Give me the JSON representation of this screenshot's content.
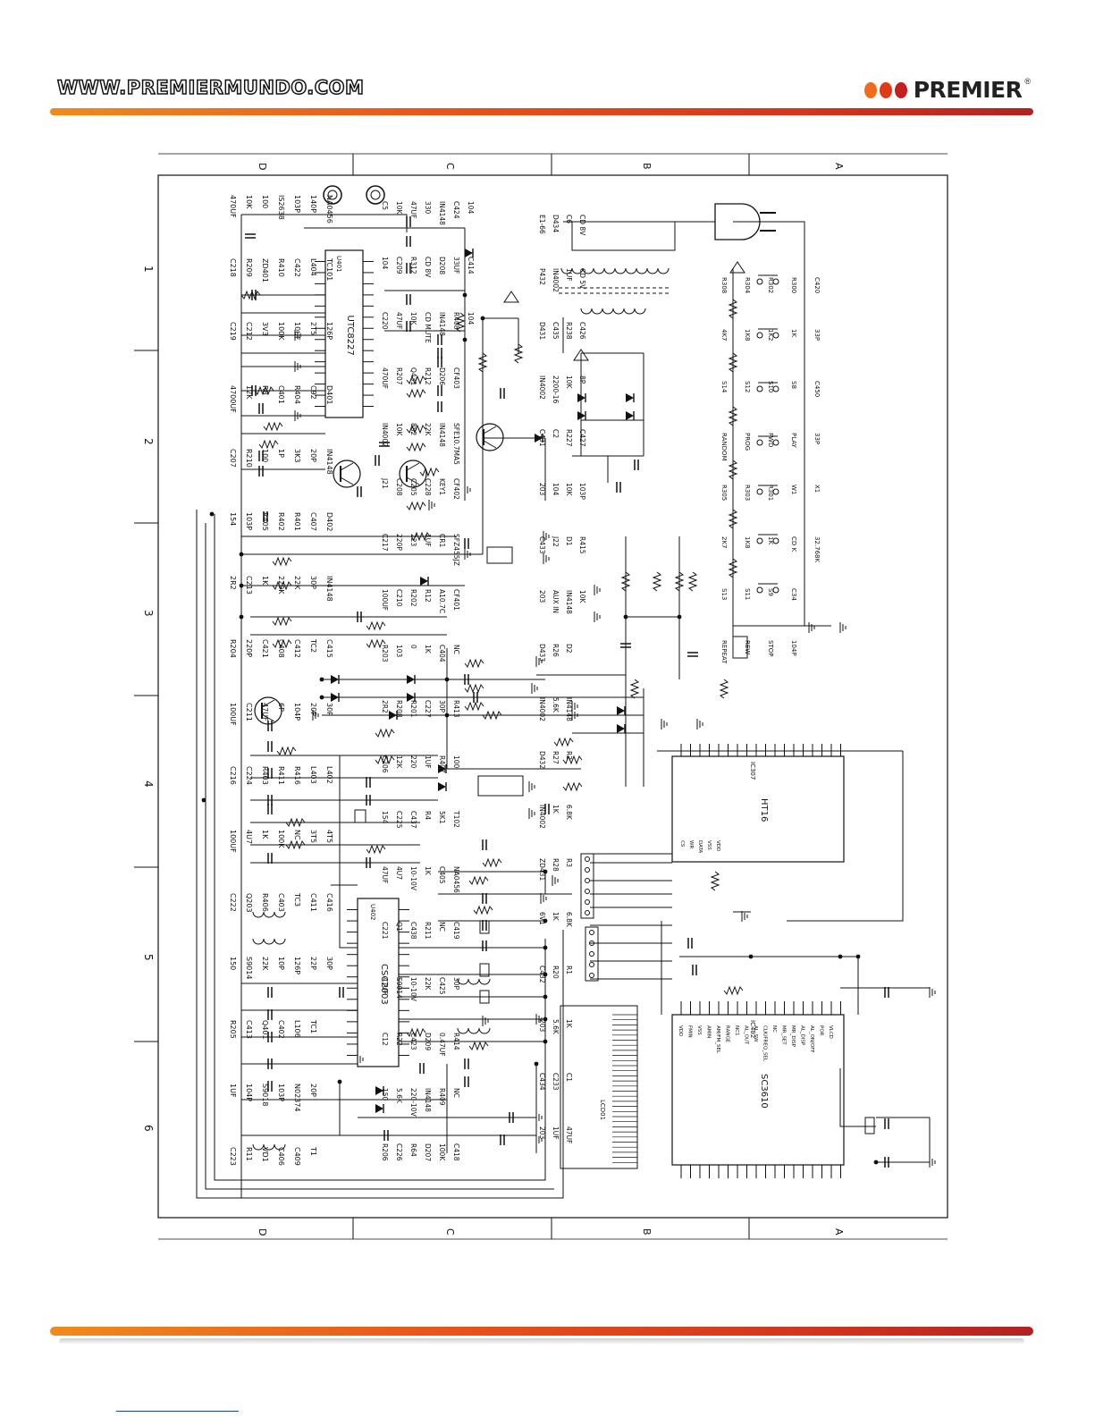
{
  "header": {
    "url": "WWW.PREMIERMUNDO.COM",
    "brand": "PREMIER",
    "reg_mark": "®",
    "colors": {
      "accent": "#e8541a",
      "dot1": "#f26a1b",
      "dot2": "#e03a16",
      "dot3": "#c51f1f",
      "bar_start": "#f5a623",
      "bar_end": "#c62828"
    }
  },
  "schematic": {
    "grid_columns": [
      "D",
      "C",
      "B",
      "A"
    ],
    "grid_rows": [
      "1",
      "2",
      "3",
      "4",
      "5",
      "6"
    ],
    "ics": [
      {
        "name": "U401",
        "part": "UTC8227"
      },
      {
        "name": "U402",
        "part": "CSC2003"
      },
      {
        "name": "IC402",
        "part": "SC3610"
      },
      {
        "name": "IC307",
        "part": "HT16"
      },
      {
        "name": "LCD1",
        "part": "LCD01"
      }
    ],
    "labels_d": [
      "470UF",
      "C218",
      "C219",
      "4700UF",
      "C207",
      "154",
      "2R2",
      "R204",
      "100UF",
      "C216",
      "100UF",
      "C222",
      "150",
      "R205",
      "1UF",
      "C223",
      "10K",
      "R209",
      "C212",
      "12K",
      "R210",
      "103P",
      "C213",
      "220P",
      "C211",
      "C224",
      "4U7",
      "Q203",
      "S9014",
      "C413",
      "104P",
      "R11",
      "100",
      "ZD401",
      "3V3",
      "R8",
      "100",
      "R405",
      "1K",
      "C421",
      "47UF",
      "R403",
      "1K",
      "R406",
      "22K",
      "Q401",
      "S9018",
      "VD1",
      "IS2638",
      "R410",
      "100K",
      "C401",
      "1P",
      "R402",
      "220K",
      "C408",
      "6P",
      "R411",
      "100K",
      "C403",
      "10P",
      "C402",
      "103P",
      "C406",
      "103P",
      "C422",
      "10UF",
      "R404",
      "3K3",
      "R401",
      "22K",
      "C412",
      "104P",
      "R416",
      "NC",
      "TC3",
      "126P",
      "L106",
      "N02374",
      "C409",
      "140P",
      "L404",
      "2T5",
      "C92",
      "20P",
      "C407",
      "30P",
      "TC2",
      "20P",
      "L403",
      "3T5",
      "C411",
      "22P",
      "TC1",
      "20P",
      "T1",
      "NA0456",
      "TC101",
      "126P",
      "D401",
      "IN4148",
      "D402",
      "IN4148",
      "C415",
      "30P",
      "L402",
      "4T5",
      "C416",
      "30P"
    ],
    "labels_c": [
      "C5",
      "104",
      "C220",
      "470UF",
      "IN4002",
      "J21",
      "C217",
      "100UF",
      "R203",
      "2R2",
      "C206",
      "154",
      "47UF",
      "C221",
      "47UF",
      "C12",
      "150",
      "R206",
      "10K",
      "C209",
      "47UF",
      "R207",
      "10K",
      "C208",
      "220P",
      "C210",
      "103",
      "R208",
      "12K",
      "C225",
      "4U7",
      "Q1",
      "S9014",
      "R22",
      "5.6K",
      "C226",
      "47UF",
      "R312",
      "10K",
      "Q431",
      "882",
      "C205",
      "223",
      "R202",
      "0",
      "R201",
      "220",
      "C437",
      "10-10V",
      "C438",
      "10-10V",
      "C423",
      "220-10V",
      "R64",
      "330",
      "CD 8V",
      "CD MUTE",
      "R212",
      "22K",
      "C228",
      "1UF",
      "R12",
      "1K",
      "C227",
      "1UF",
      "R4",
      "1K",
      "R211",
      "22K",
      "D209",
      "IN4148",
      "D207",
      "IN4148",
      "D208",
      "IN4148",
      "D206",
      "IN4148",
      "KEY1",
      "CR1",
      "A10.7C",
      "C404",
      "30P",
      "R407",
      "5K1",
      "C405",
      "NC",
      "C425",
      "0.47UF",
      "R409",
      "100K",
      "C424",
      "33UF",
      "R408",
      "CF403",
      "SFE10.7MA5",
      "CF402",
      "SFZ455JZ",
      "CF401",
      "NC",
      "R413",
      "100",
      "T102",
      "NA0456",
      "C419",
      "30P",
      "R414",
      "NC",
      "C418",
      "104",
      "C414",
      "104"
    ],
    "labels_b": [
      "E1-66",
      "P432",
      "D431",
      "IN4002",
      "C431",
      "203",
      "C433",
      "203",
      "D433",
      "IN4002",
      "D432",
      "IN4002",
      "ZD431",
      "6V1",
      "C432",
      "203",
      "C434",
      "203",
      "D434",
      "IN4002",
      "C435",
      "2200-16",
      "C2",
      "104",
      "J22",
      "AUX IN",
      "R26",
      "5.6K",
      "R27",
      "1K",
      "R28",
      "1K",
      "R20",
      "5.6K",
      "C233",
      "1UF",
      "C6",
      "1UF",
      "R238",
      "10K",
      "R227",
      "10K",
      "D1",
      "IN4148",
      "D2",
      "IN4148",
      "R2",
      "6.8K",
      "R3",
      "6.8K",
      "R1",
      "1K",
      "C1",
      "47UF",
      "CD 8V",
      "CD 5V",
      "C426",
      "8P",
      "C427",
      "103P",
      "R415",
      "10K"
    ],
    "labels_a": [
      "R308",
      "4K7",
      "S14",
      "RANDOM",
      "R305",
      "2K7",
      "S13",
      "REPEAT",
      "R304",
      "1K8",
      "S12",
      "PROG",
      "R303",
      "1K8",
      "S11",
      "REW",
      "R302",
      "1K2",
      "S10",
      "FWD",
      "R301",
      "1K",
      "S9",
      "STOP",
      "R300",
      "1K",
      "S8",
      "PLAY",
      "W1",
      "CD K",
      "C34",
      "104P",
      "C420",
      "33P",
      "C450",
      "33P",
      "X1",
      "32.768K"
    ],
    "sc3610_pins": [
      "VDD",
      "FMIN",
      "VSS",
      "AMIN",
      "AM/FM_SEL",
      "RANGE",
      "NC1",
      "AL_OUT",
      "AL_SW",
      "CLK/FREQ_SEL",
      "NC",
      "MR_SET",
      "MR_DISP",
      "AL_DISP",
      "AL_ON/OFF",
      "POR",
      "VLCD"
    ],
    "ht16_pins": [
      "CS",
      "WR",
      "DATA",
      "VSS",
      "VDD"
    ]
  }
}
